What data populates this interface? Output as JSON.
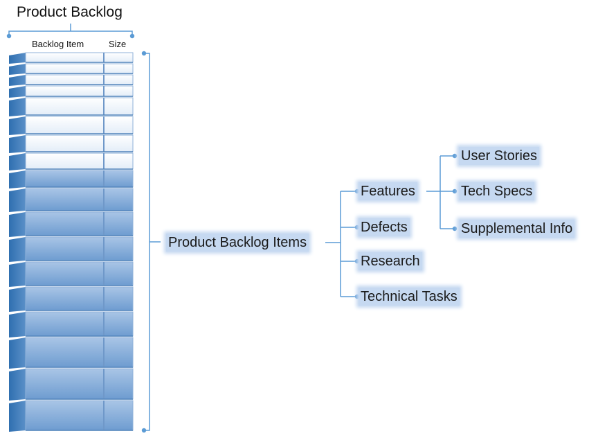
{
  "title": "Product Backlog",
  "columns": {
    "item": "Backlog Item",
    "size": "Size"
  },
  "backlog_row_count": 20,
  "root": "Product Backlog Items",
  "categories": [
    "Features",
    "Defects",
    "Research",
    "Technical Tasks"
  ],
  "feature_details": [
    "User Stories",
    "Tech Specs",
    "Supplemental Info"
  ],
  "colors": {
    "connector": "#5b9bd5",
    "label_glow": "#c6d9f1",
    "row_light": "#fbfcfe",
    "row_dark": "#86acd7"
  }
}
